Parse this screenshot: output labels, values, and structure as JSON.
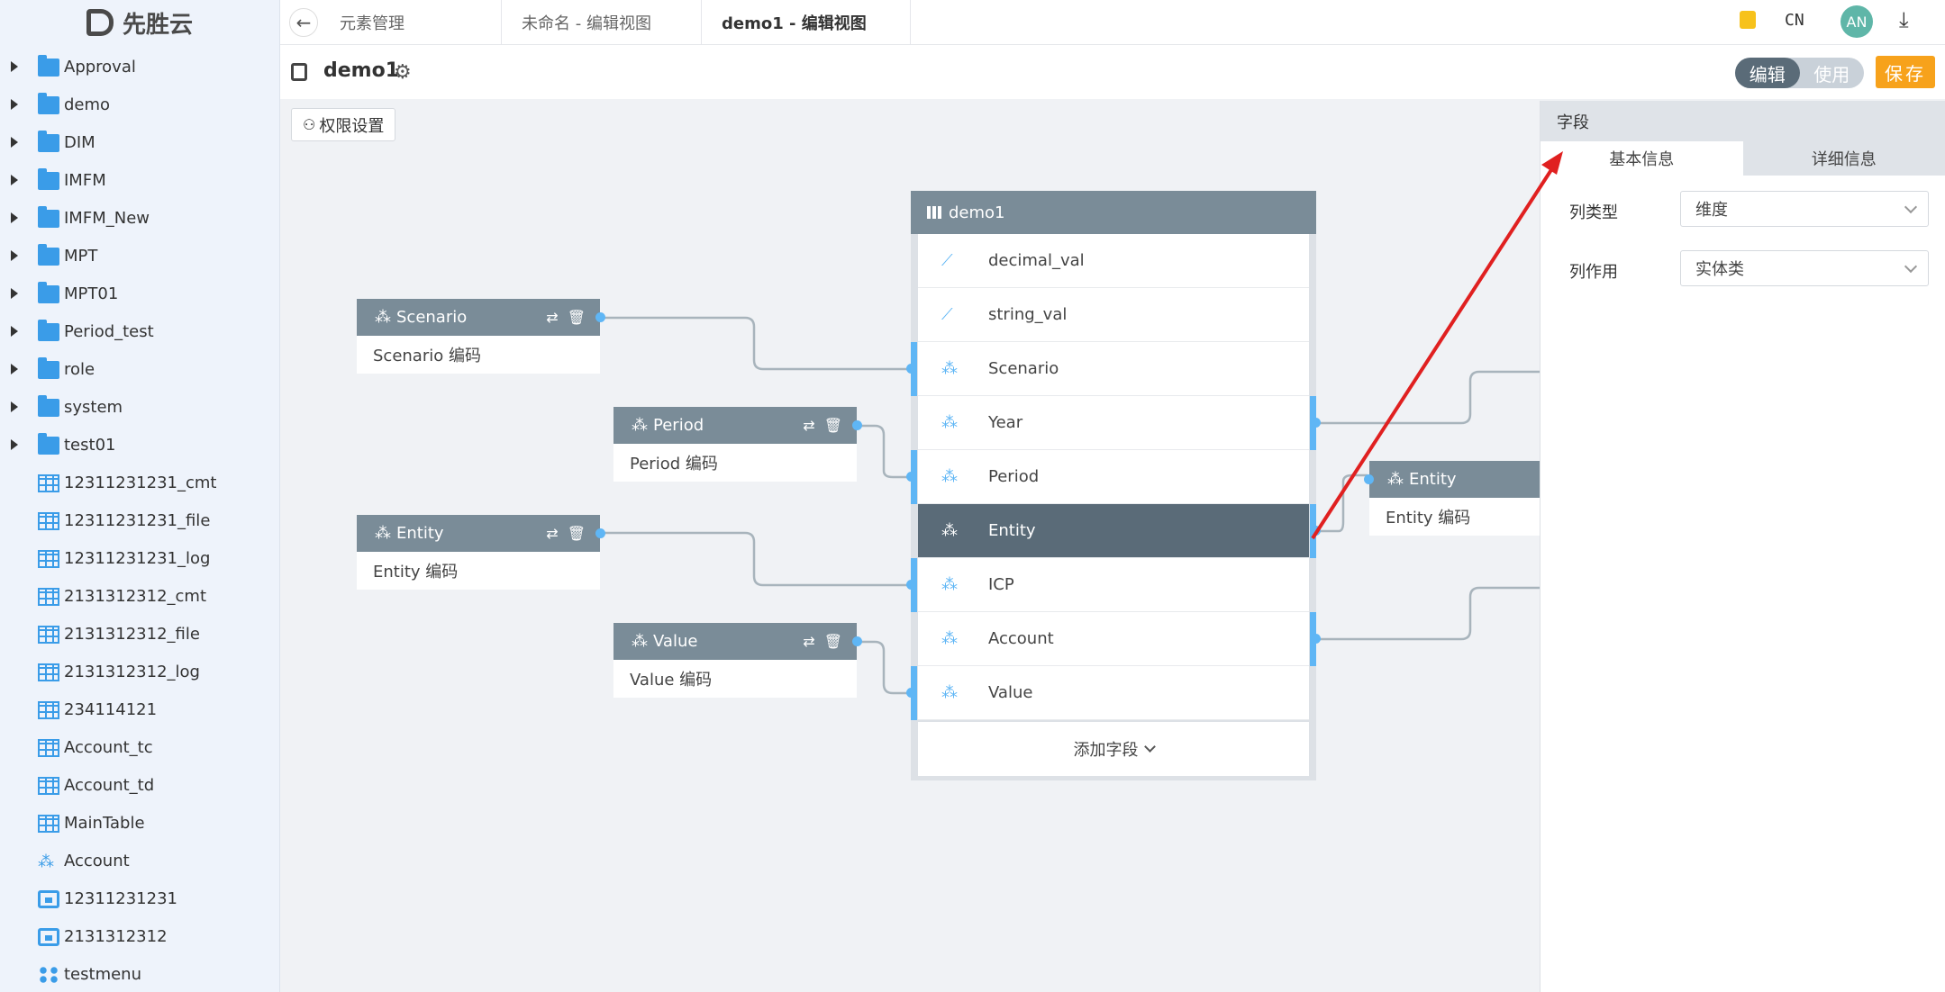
{
  "brand": {
    "name": "先胜云"
  },
  "sidebar": {
    "items": [
      {
        "label": "Approval",
        "type": "folder"
      },
      {
        "label": "demo",
        "type": "folder"
      },
      {
        "label": "DIM",
        "type": "folder"
      },
      {
        "label": "IMFM",
        "type": "folder"
      },
      {
        "label": "IMFM_New",
        "type": "folder"
      },
      {
        "label": "MPT",
        "type": "folder"
      },
      {
        "label": "MPT01",
        "type": "folder"
      },
      {
        "label": "Period_test",
        "type": "folder"
      },
      {
        "label": "role",
        "type": "folder"
      },
      {
        "label": "system",
        "type": "folder"
      },
      {
        "label": "test01",
        "type": "folder"
      },
      {
        "label": "12311231231_cmt",
        "type": "table"
      },
      {
        "label": "12311231231_file",
        "type": "table"
      },
      {
        "label": "12311231231_log",
        "type": "table"
      },
      {
        "label": "2131312312_cmt",
        "type": "table"
      },
      {
        "label": "2131312312_file",
        "type": "table"
      },
      {
        "label": "2131312312_log",
        "type": "table"
      },
      {
        "label": "234114121",
        "type": "table"
      },
      {
        "label": "Account_tc",
        "type": "table"
      },
      {
        "label": "Account_td",
        "type": "table"
      },
      {
        "label": "MainTable",
        "type": "table"
      },
      {
        "label": "Account",
        "type": "dimension"
      },
      {
        "label": "12311231231",
        "type": "calendar"
      },
      {
        "label": "2131312312",
        "type": "calendar"
      },
      {
        "label": "testmenu",
        "type": "menu"
      }
    ]
  },
  "header": {
    "tabs": [
      {
        "label": "元素管理",
        "active": false
      },
      {
        "label": "未命名 - 编辑视图",
        "active": false
      },
      {
        "label": "demo1 - 编辑视图",
        "active": true
      }
    ],
    "lang": "CN",
    "avatar": "AN"
  },
  "view": {
    "title": "demo1",
    "mode_edit": "编辑",
    "mode_use": "使用",
    "save": "保存",
    "permission": "权限设置"
  },
  "dim_nodes": [
    {
      "title": "Scenario",
      "field": "Scenario 编码"
    },
    {
      "title": "Period",
      "field": "Period 编码"
    },
    {
      "title": "Entity",
      "field": "Entity 编码"
    },
    {
      "title": "Value",
      "field": "Value 编码"
    },
    {
      "title": "Entity",
      "field": "Entity 编码"
    }
  ],
  "main_table": {
    "title": "demo1",
    "fields": [
      {
        "name": "decimal_val",
        "icon": "ruler-icon"
      },
      {
        "name": "string_val",
        "icon": "ruler-icon"
      },
      {
        "name": "Scenario",
        "icon": "dimension-icon"
      },
      {
        "name": "Year",
        "icon": "dimension-icon"
      },
      {
        "name": "Period",
        "icon": "dimension-icon"
      },
      {
        "name": "Entity",
        "icon": "dimension-icon",
        "selected": true
      },
      {
        "name": "ICP",
        "icon": "dimension-icon"
      },
      {
        "name": "Account",
        "icon": "dimension-icon"
      },
      {
        "name": "Value",
        "icon": "dimension-icon"
      }
    ],
    "add_field": "添加字段"
  },
  "panel": {
    "title": "字段",
    "tab_basic": "基本信息",
    "tab_detail": "详细信息",
    "col_type_label": "列类型",
    "col_type_value": "维度",
    "col_role_label": "列作用",
    "col_role_value": "实体类"
  },
  "colors": {
    "accent": "#5fb6f5",
    "header": "#7a8c98",
    "selected": "#5a6b78",
    "save": "#f7a21b",
    "annotation": "#e02020"
  }
}
